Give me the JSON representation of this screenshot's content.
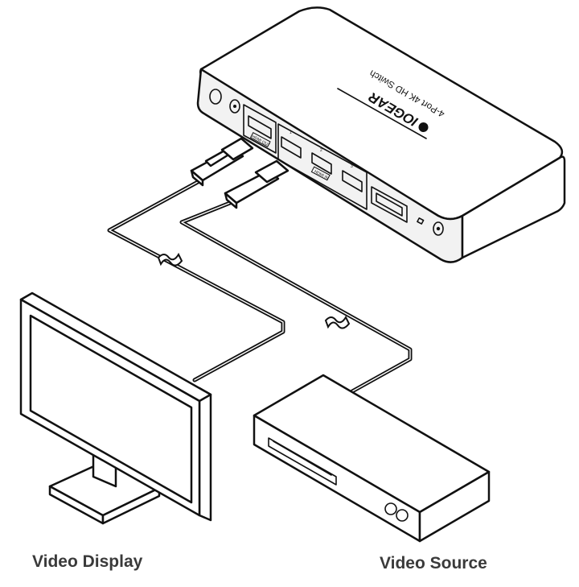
{
  "switch": {
    "brand_logo": "IOGEAR",
    "model_label": "4-Port 4K HD Switch",
    "port_labels": {
      "output": "HDMI OUT",
      "inputs": "HDMI IN",
      "input_numbers": [
        "1",
        "2",
        "3"
      ]
    }
  },
  "captions": {
    "display": "Video Display",
    "source": "Video Source"
  },
  "icons": [
    "monitor-icon",
    "video-source-box-icon",
    "hdmi-plug-icon",
    "cable-break-icon",
    "vga-port-icon"
  ]
}
